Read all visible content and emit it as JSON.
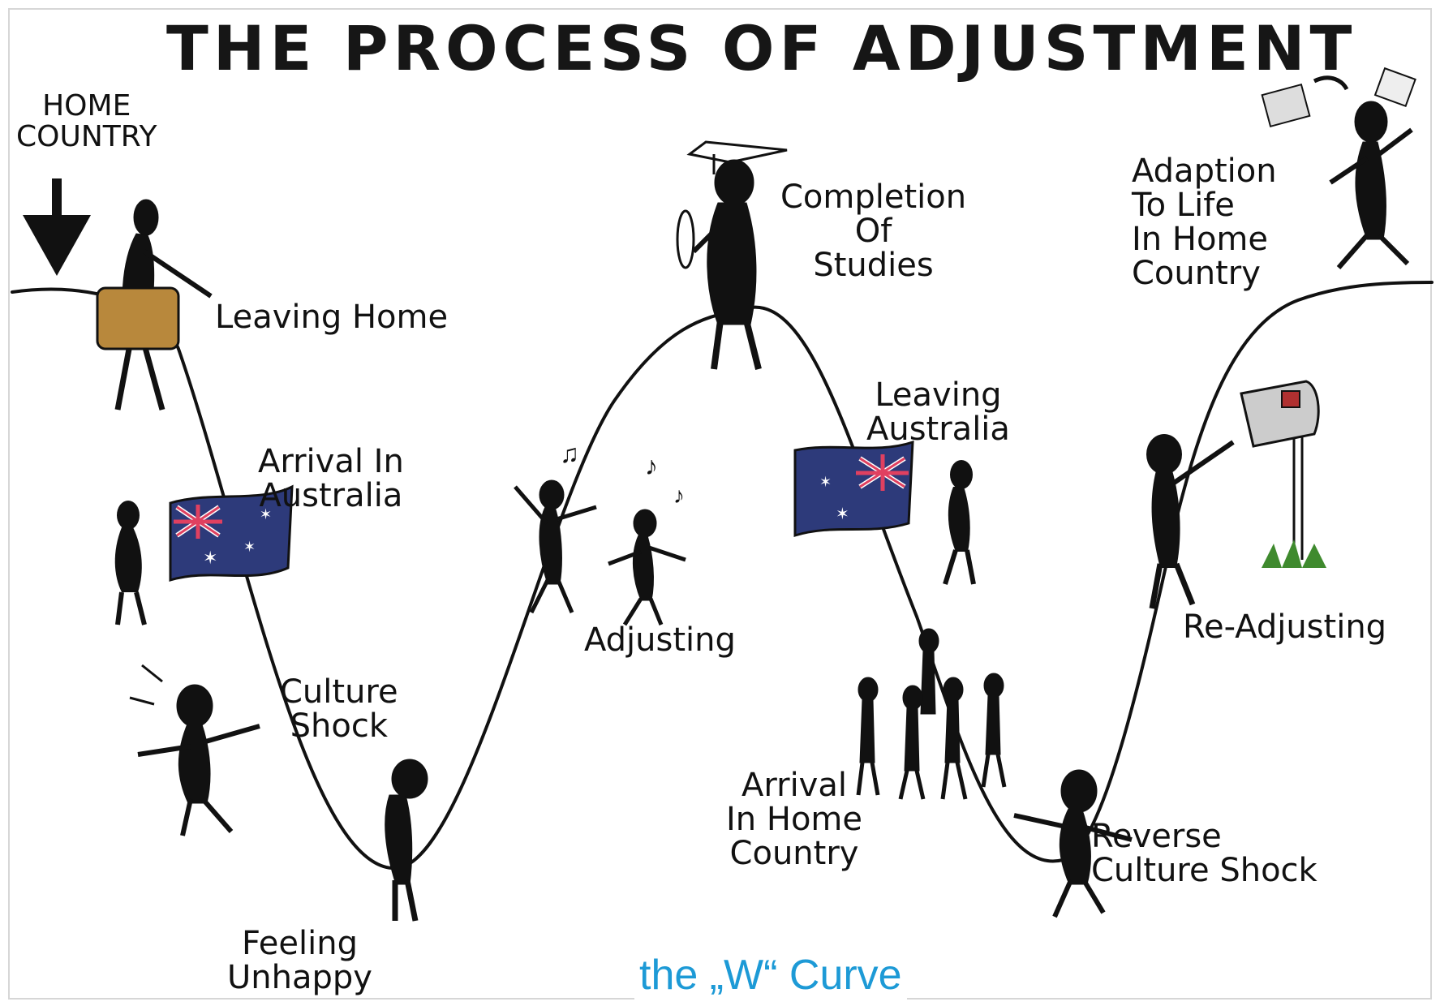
{
  "title": "THE PROCESS OF ADJUSTMENT",
  "caption": "the „W“ Curve",
  "labels": {
    "home_country": "HOME\nCOUNTRY",
    "leaving_home": "Leaving Home",
    "arrival_in_australia": "Arrival In\nAustralia",
    "culture_shock": "Culture\nShock",
    "feeling_unhappy": "Feeling\nUnhappy",
    "adjusting": "Adjusting",
    "completion_of_studies": "Completion\nOf\nStudies",
    "leaving_australia": "Leaving\nAustralia",
    "arrival_in_home_country": "Arrival\nIn Home\nCountry",
    "reverse_culture_shock": "Reverse\nCulture Shock",
    "re_adjusting": "Re-Adjusting",
    "adaption_to_life": "Adaption\nTo Life\nIn Home\nCountry"
  },
  "colors": {
    "ink": "#111111",
    "caption": "#1d9ad6",
    "flag_blue": "#2d3a7a",
    "flag_red": "#e04060",
    "suitcase": "#b8883c",
    "grass": "#3f8a2e",
    "mailbox": "#cccccc"
  }
}
